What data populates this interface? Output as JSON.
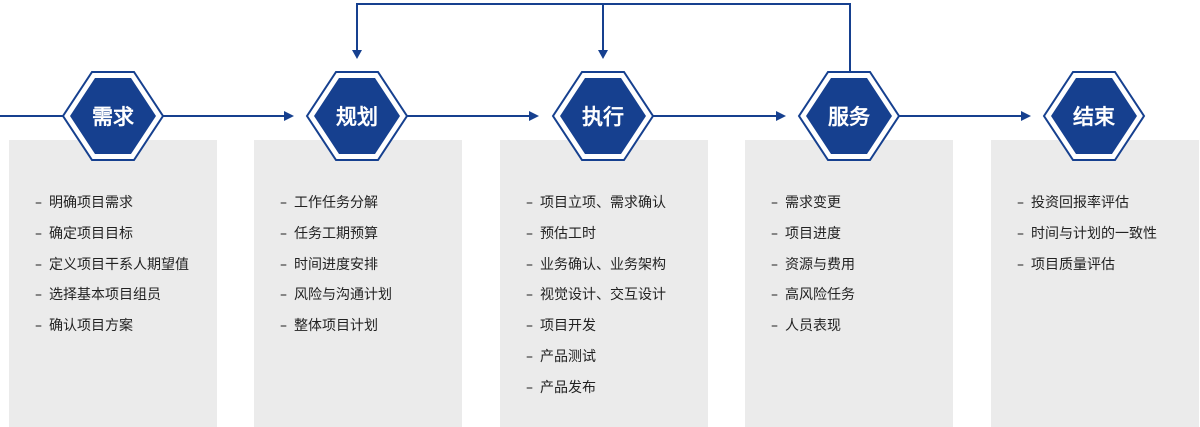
{
  "colors": {
    "primary": "#16408f",
    "panel": "#ebebeb",
    "text": "#222222"
  },
  "stages": [
    {
      "title": "需求",
      "items": [
        "明确项目需求",
        "确定项目目标",
        "定义项目干系人期望值",
        "选择基本项目组员",
        "确认项目方案"
      ]
    },
    {
      "title": "规划",
      "items": [
        "工作任务分解",
        "任务工期预算",
        "时间进度安排",
        "风险与沟通计划",
        "整体项目计划"
      ]
    },
    {
      "title": "执行",
      "items": [
        "项目立项、需求确认",
        "预估工时",
        "业务确认、业务架构",
        "视觉设计、交互设计",
        "项目开发",
        "产品测试",
        "产品发布"
      ]
    },
    {
      "title": "服务",
      "items": [
        "需求变更",
        "项目进度",
        "资源与费用",
        "高风险任务",
        "人员表现"
      ]
    },
    {
      "title": "结束",
      "items": [
        "投资回报率评估",
        "时间与计划的一致性",
        "项目质量评估"
      ]
    }
  ],
  "bullet": "–"
}
